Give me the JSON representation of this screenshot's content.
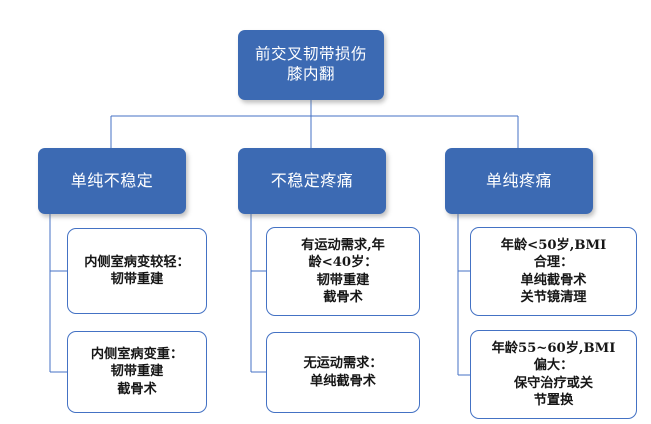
{
  "diagram": {
    "type": "flowchart",
    "orientation": "top-down",
    "colors": {
      "node_fill": "#3C6AB3",
      "node_text": "#FFFFFF",
      "leaf_fill": "#FFFFFF",
      "leaf_border": "#4472C4",
      "leaf_text": "#161616",
      "connector": "#4472C4",
      "background": "#FFFFFF"
    },
    "root": {
      "line1": "前交叉韧带损伤",
      "line2": "膝内翻"
    },
    "branches": [
      {
        "label": "单纯不稳定",
        "leaves": [
          {
            "line1": "内侧室病变较轻：",
            "line2": "韧带重建",
            "line3": "",
            "line4": ""
          },
          {
            "line1": "内侧室病变重：",
            "line2": "韧带重建",
            "line3": "截骨术",
            "line4": ""
          }
        ]
      },
      {
        "label": "不稳定疼痛",
        "leaves": [
          {
            "line1": "有运动需求,年",
            "line2": "龄<40岁：",
            "line3": "韧带重建",
            "line4": "截骨术"
          },
          {
            "line1": "无运动需求：",
            "line2": "单纯截骨术",
            "line3": "",
            "line4": ""
          }
        ]
      },
      {
        "label": "单纯疼痛",
        "leaves": [
          {
            "line1": "年龄<50岁,BMI",
            "line2": "合理：",
            "line3": "单纯截骨术",
            "line4": "关节镜清理"
          },
          {
            "line1": "年龄55~60岁,BMI",
            "line2": "偏大：",
            "line3": "保守治疗或关",
            "line4": "节置换"
          }
        ]
      }
    ]
  }
}
